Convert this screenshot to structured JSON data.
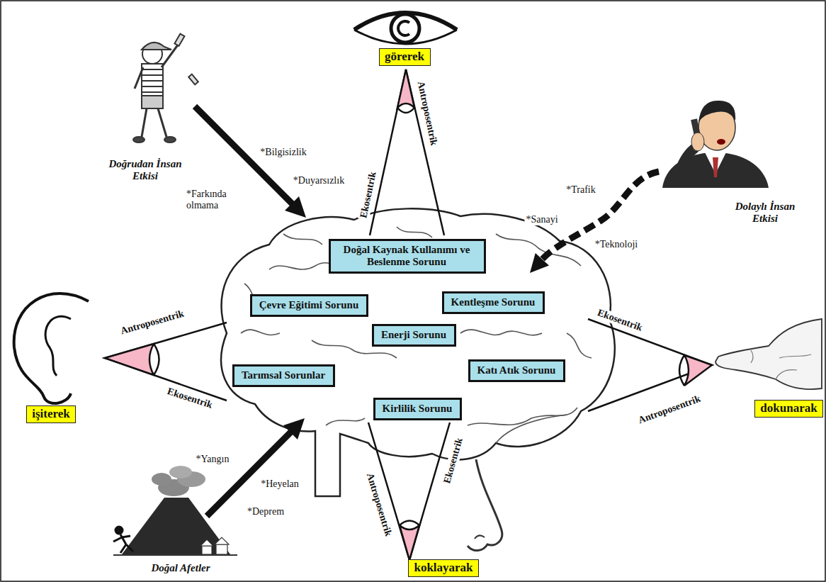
{
  "diagram": {
    "nodes": [
      {
        "text": [
          "görerek"
        ]
      },
      {
        "text": [
          "Doğal Kaynak Kullanımı ve Beslenme Sorunu"
        ]
      },
      {
        "text": [
          "Çevre Eğitimi Sorunu"
        ]
      },
      {
        "text": [
          "Kentleşme Sorunu"
        ]
      },
      {
        "text": [
          "Enerji Sorunu"
        ]
      },
      {
        "text": [
          "işiterek"
        ]
      },
      {
        "text": [
          "Tarımsal Sorunlar"
        ]
      },
      {
        "text": [
          "Katı Atık Sorunu"
        ]
      },
      {
        "text": [
          "dokunarak"
        ]
      },
      {
        "text": [
          "Kirlilik Sorunu"
        ]
      },
      {
        "text": [
          "koklayarak"
        ]
      }
    ],
    "labels": [
      "Ekosentrik",
      "Antroposentrik",
      "*Bilgisizlik",
      "*Duyarsızlık",
      "*Farkında olmama",
      "Doğrudan İnsan Etkisi",
      "*Trafik",
      "*Sanayi",
      "*Teknoloji",
      "Dolaylı İnsan Etkisi",
      "Antroposentrik",
      "Ekosentrik",
      "Ekosentrik",
      "Antroposentrik",
      "*Yangın",
      "*Heyelan",
      "*Deprem",
      "Doğal Afetler",
      "Antroposentrik",
      "Ekosentrik"
    ]
  }
}
